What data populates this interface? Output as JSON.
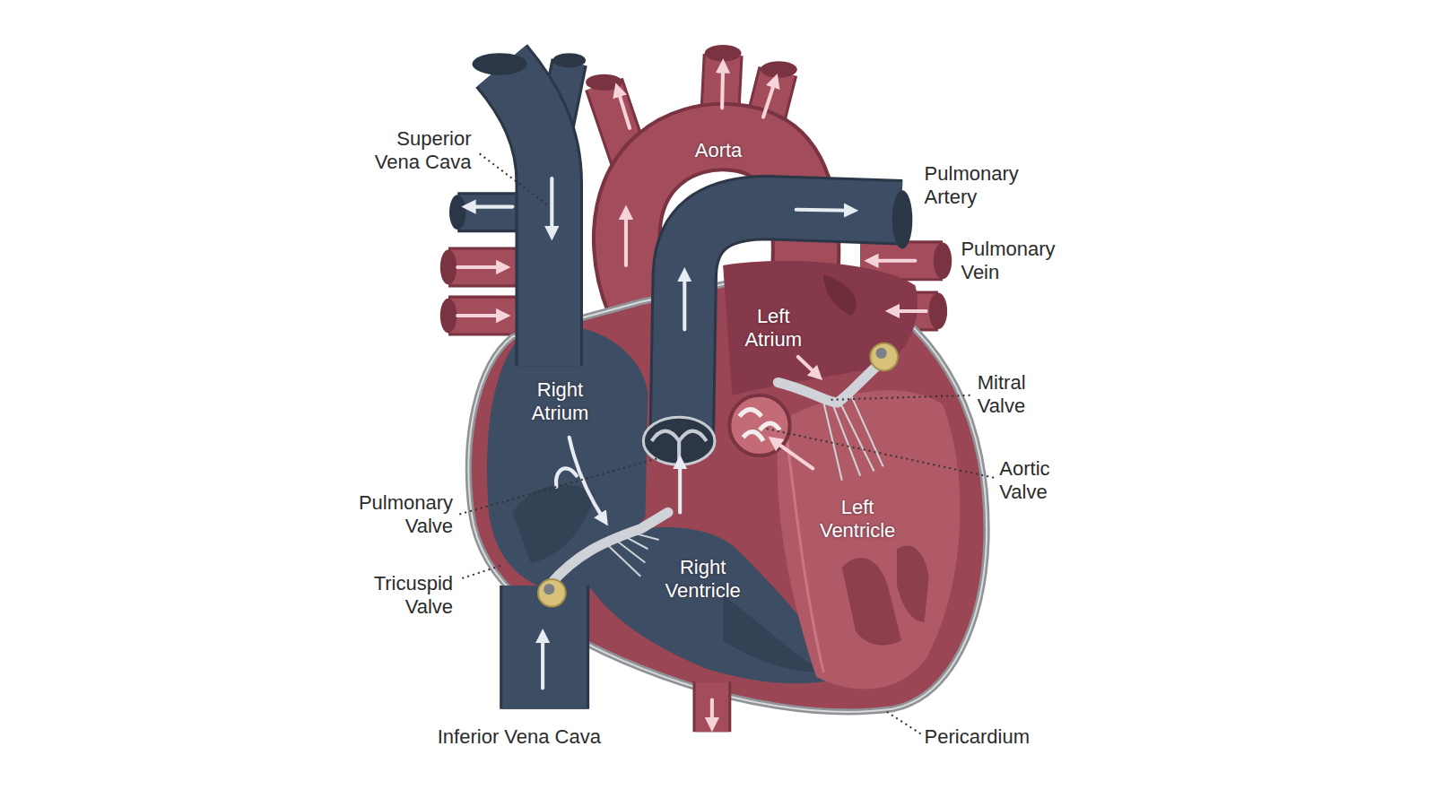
{
  "diagram": {
    "labels": [
      "Superior Vena Cava",
      "Aorta",
      "Pulmonary Artery",
      "Pulmonary Vein",
      "Left Atrium",
      "Right Atrium",
      "Mitral Valve",
      "Aortic Valve",
      "Left Ventricle",
      "Pulmonary Valve",
      "Tricuspid Valve",
      "Right Ventricle",
      "Inferior Vena Cava",
      "Pericardium"
    ]
  }
}
